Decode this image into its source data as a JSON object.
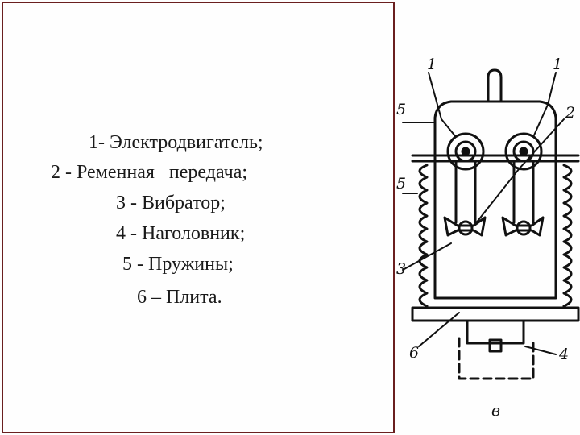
{
  "legend": {
    "items": [
      "1- Электродвигатель;",
      "2 - Ременная   передача;",
      "3 - Вибратор;",
      "4 - Наголовник;",
      "5 - Пружины;",
      "6 – Плита."
    ]
  },
  "diagram": {
    "part_labels": {
      "l1a": "1",
      "l1b": "1",
      "l2": "2",
      "l5a": "5",
      "l5b": "5",
      "l3": "3",
      "l6": "6",
      "l4": "4",
      "caption": "в"
    }
  }
}
